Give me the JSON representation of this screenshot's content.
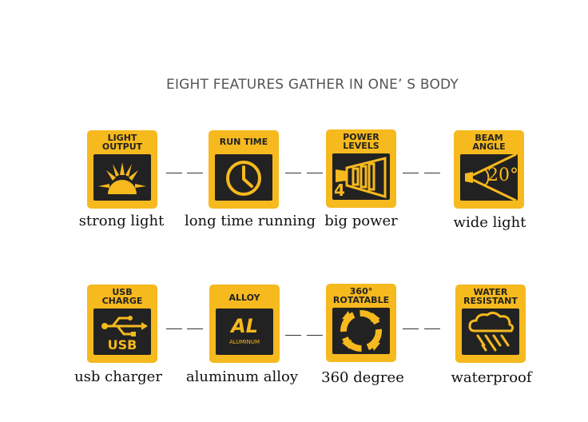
{
  "heading": "EIGHT FEATURES GATHER IN ONE’ S BODY",
  "row1": [
    {
      "badge": "LIGHT\nOUTPUT",
      "caption": "strong light",
      "icon": "sun-icon"
    },
    {
      "badge": "RUN TIME",
      "caption": "long time running",
      "icon": "clock-icon"
    },
    {
      "badge": "POWER\nLEVELS",
      "caption": "big power",
      "icon": "flashlight-icon",
      "badge_number": "4"
    },
    {
      "badge": "BEAM\nANGLE",
      "caption": "wide light",
      "icon": "beam-angle-icon",
      "angle_text": "20°"
    }
  ],
  "row2": [
    {
      "badge": "USB\nCHARGE",
      "caption": "usb charger",
      "icon": "usb-icon",
      "panel_text": "USB"
    },
    {
      "badge": "ALLOY",
      "caption": "aluminum alloy",
      "icon": "alloy-icon",
      "panel_text": "AL",
      "panel_subtext": "ALUMINUM"
    },
    {
      "badge": "360°\nROTATABLE",
      "caption": "360 degree",
      "icon": "rotate-icon"
    },
    {
      "badge": "WATER\nRESISTANT",
      "caption": "waterproof",
      "icon": "rain-cloud-icon"
    }
  ],
  "colors": {
    "badge": "#f6b91e",
    "panel": "#222222",
    "text": "#111111"
  }
}
